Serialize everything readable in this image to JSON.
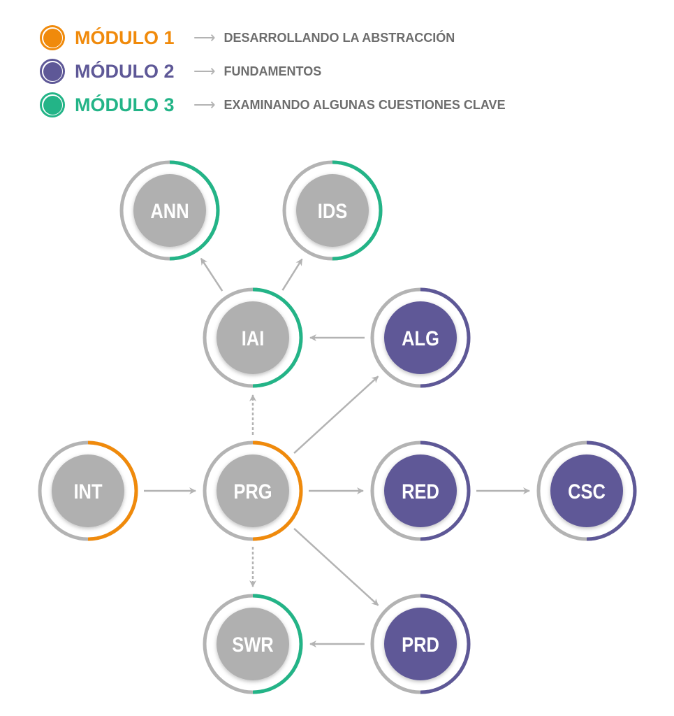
{
  "legend": [
    {
      "module": "MÓDULO 1",
      "description": "DESARROLLANDO LA ABSTRACCIÓN",
      "color": "#f08a0b"
    },
    {
      "module": "MÓDULO 2",
      "description": "FUNDAMENTOS",
      "color": "#5e5897"
    },
    {
      "module": "MÓDULO 3",
      "description": "EXAMINANDO ALGUNAS CUESTIONES CLAVE",
      "color": "#23b487"
    }
  ],
  "nodes": [
    {
      "id": "ANN",
      "module": 3
    },
    {
      "id": "IDS",
      "module": 3
    },
    {
      "id": "IAI",
      "module": 3
    },
    {
      "id": "ALG",
      "module": 2
    },
    {
      "id": "INT",
      "module": 1
    },
    {
      "id": "PRG",
      "module": 1
    },
    {
      "id": "RED",
      "module": 2
    },
    {
      "id": "CSC",
      "module": 2
    },
    {
      "id": "SWR",
      "module": 3
    },
    {
      "id": "PRD",
      "module": 2
    }
  ],
  "edges": [
    {
      "from": "IAI",
      "to": "ANN",
      "dashed": false
    },
    {
      "from": "IAI",
      "to": "IDS",
      "dashed": false
    },
    {
      "from": "ALG",
      "to": "IAI",
      "dashed": false
    },
    {
      "from": "PRG",
      "to": "IAI",
      "dashed": true
    },
    {
      "from": "PRG",
      "to": "ALG",
      "dashed": false
    },
    {
      "from": "INT",
      "to": "PRG",
      "dashed": false
    },
    {
      "from": "PRG",
      "to": "RED",
      "dashed": false
    },
    {
      "from": "RED",
      "to": "CSC",
      "dashed": false
    },
    {
      "from": "PRG",
      "to": "PRD",
      "dashed": false
    },
    {
      "from": "PRG",
      "to": "SWR",
      "dashed": true
    },
    {
      "from": "PRD",
      "to": "SWR",
      "dashed": false
    }
  ],
  "colors": {
    "ring_grey": "#b3b3b3",
    "inner_grey": "#b0b0b0",
    "text": "#ffffff",
    "arrow": "#b3b3b3"
  }
}
